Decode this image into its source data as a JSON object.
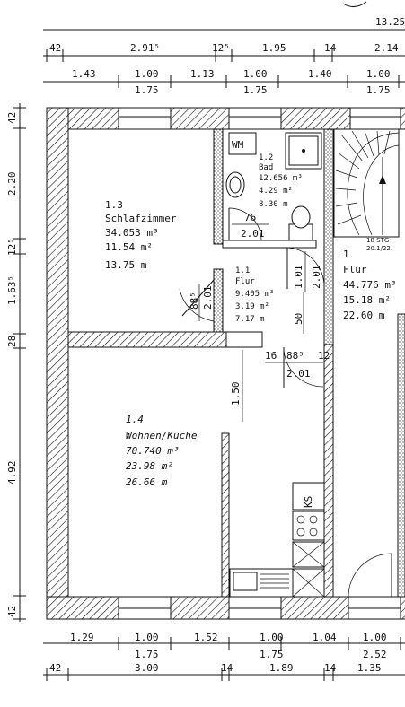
{
  "dims_top": {
    "overall": "13.25",
    "row1": [
      "42",
      "2.91⁵",
      "12⁵",
      "1.95",
      "14",
      "2.14"
    ],
    "row2": [
      "1.43",
      "1.00",
      "1.13",
      "1.00",
      "1.40",
      "1.00"
    ],
    "row2_sub": [
      "1.75",
      "1.75",
      "1.75"
    ]
  },
  "dims_left": [
    "42",
    "2.20",
    "12⁵",
    "1.63⁵",
    "28",
    "4.92",
    "42"
  ],
  "dims_bottom": {
    "row1": [
      "1.29",
      "1.00",
      "1.52",
      "1.00",
      "1.04",
      "1.00"
    ],
    "row1_sub": [
      "1.75",
      "1.75",
      "2.52"
    ],
    "row2": [
      "42",
      "3.00",
      "14",
      "1.89",
      "14",
      "1.35"
    ]
  },
  "rooms": {
    "schlaf": {
      "num": "1.3",
      "name": "Schlafzimmer",
      "vol": "34.053 m³",
      "area": "11.54 m²",
      "perim": "13.75 m"
    },
    "bad": {
      "wm": "WM",
      "num": "1.2",
      "name": "Bad",
      "vol": "12.656 m³",
      "area": "4.29 m²",
      "perim": "8.30 m"
    },
    "flur_small": {
      "num": "1.1",
      "name": "Flur",
      "vol": "9.405 m³",
      "area": "3.19 m²",
      "perim": "7.17 m"
    },
    "flur": {
      "num": "1",
      "name": "Flur",
      "vol": "44.776 m³",
      "area": "15.18 m²",
      "perim": "22.60 m"
    },
    "wohnen": {
      "num": "1.4",
      "name": "Wohnen/Küche",
      "vol": "70.740 m³",
      "area": "23.98 m²",
      "perim": "26.66 m"
    }
  },
  "door_labels": {
    "bad_door": [
      "76",
      "2.01"
    ],
    "schlaf_door": [
      "88⁵",
      "2.01"
    ],
    "flur_door": [
      "1.01",
      "2.01"
    ],
    "flur_50": "50",
    "wohnen_door": [
      "88⁵",
      "2.01"
    ],
    "d16": "16",
    "d12": "12"
  },
  "stairs": {
    "steps": "18 STG",
    "ratio": "20.1/22."
  },
  "ks": "KS",
  "misc": {
    "d150": "1.50"
  }
}
